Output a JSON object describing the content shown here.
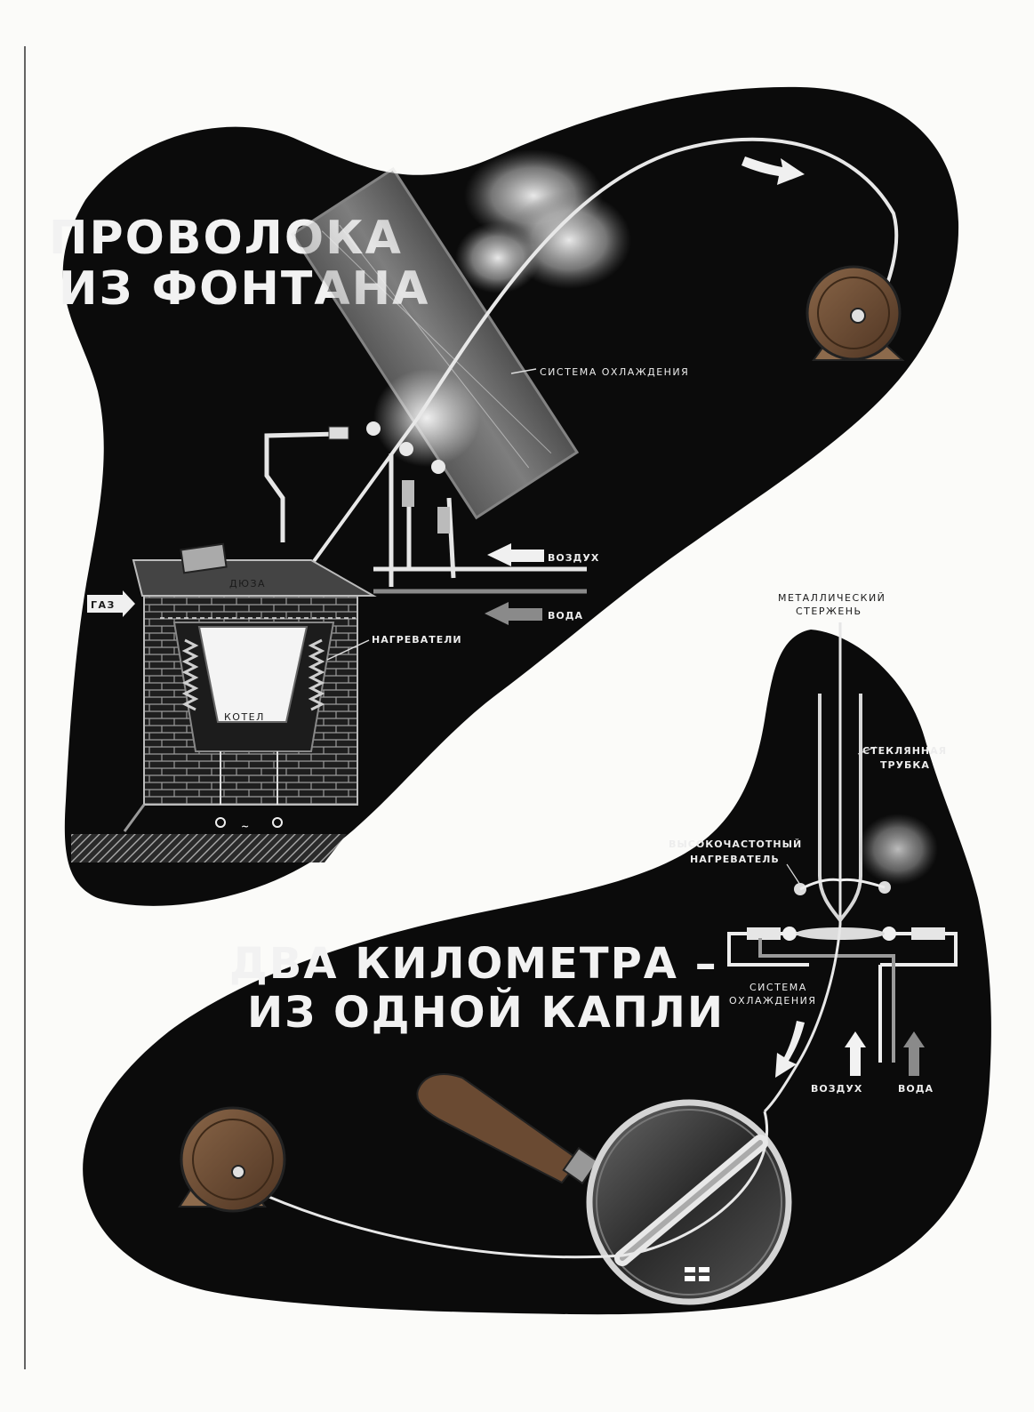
{
  "colors": {
    "panel": "#0b0b0b",
    "paper": "#fbfbf9",
    "metal": "#d9d9d9",
    "wood": "#6a4a32"
  },
  "top_panel": {
    "title_line1": "ПРОВОЛОКА",
    "title_line2": "ИЗ ФОНТАНА",
    "labels": {
      "cooling": "СИСТЕМА ОХЛАЖДЕНИЯ",
      "air": "ВОЗДУХ",
      "gas": "ГАЗ",
      "nozzle": "ДЮЗА",
      "water": "ВОДА",
      "heaters": "НАГРЕВАТЕЛИ",
      "boiler": "КОТЕЛ",
      "ac": "~"
    }
  },
  "bottom_panel": {
    "title_line1": "ДВА КИЛОМЕТРА –",
    "title_line2": "ИЗ ОДНОЙ КАПЛИ",
    "labels": {
      "rod_line1": "МЕТАЛЛИЧЕСКИЙ",
      "rod_line2": "СТЕРЖЕНЬ",
      "tube_line1": "СТЕКЛЯННАЯ",
      "tube_line2": "ТРУБКА",
      "hf_line1": "ВЫСОКОЧАСТОТНЫЙ",
      "hf_line2": "НАГРЕВАТЕЛЬ",
      "cooling_line1": "СИСТЕМА",
      "cooling_line2": "ОХЛАЖДЕНИЯ",
      "air": "ВОЗДУХ",
      "water": "ВОДА"
    }
  }
}
